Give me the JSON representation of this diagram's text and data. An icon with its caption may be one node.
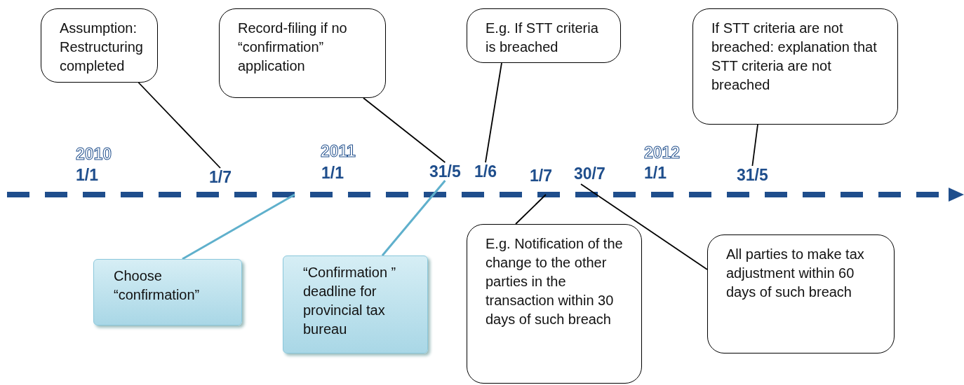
{
  "diagram": {
    "nodes": [
      {
        "text": [
          "Assumption: Restructuring completed"
        ]
      },
      {
        "text": [
          "Record-filing if no “confirmation” application"
        ]
      },
      {
        "text": [
          "E.g. If STT criteria is breached"
        ]
      },
      {
        "text": [
          "If STT criteria are not breached: explanation that STT criteria are not breached"
        ]
      },
      {
        "text": [
          "Choose “confirmation”"
        ]
      },
      {
        "text": [
          "“Confirmation ” deadline for provincial tax bureau"
        ]
      },
      {
        "text": [
          "E.g. Notification of the change to the other parties in the transaction within 30 days of such breach"
        ]
      },
      {
        "text": [
          "All parties to make tax adjustment within 60 days of such breach"
        ]
      },
      {
        "text": [
          "1/7"
        ]
      },
      {
        "text": [
          "31/5"
        ]
      },
      {
        "text": [
          "1/6"
        ]
      },
      {
        "text": [
          "30/7"
        ]
      },
      {
        "text": [
          "31/5"
        ]
      }
    ],
    "edges": [
      {
        "from": 0,
        "to": 8,
        "arrow": "none"
      },
      {
        "from": 1,
        "to": 9,
        "arrow": "none"
      },
      {
        "from": 2,
        "to": 10,
        "arrow": "none"
      },
      {
        "from": 3,
        "to": 12,
        "arrow": "none"
      },
      {
        "from": 4,
        "to": null,
        "arrow": "none",
        "color": "#5fb0cc"
      },
      {
        "from": 5,
        "to": 9,
        "arrow": "none",
        "color": "#5fb0cc"
      },
      {
        "from": 6,
        "to": null,
        "arrow": "none"
      },
      {
        "from": 7,
        "to": 11,
        "arrow": "none"
      }
    ],
    "labels": [
      "2010",
      "2011",
      "2012",
      "1/1",
      "1/1",
      "1/7",
      "1/1"
    ]
  }
}
